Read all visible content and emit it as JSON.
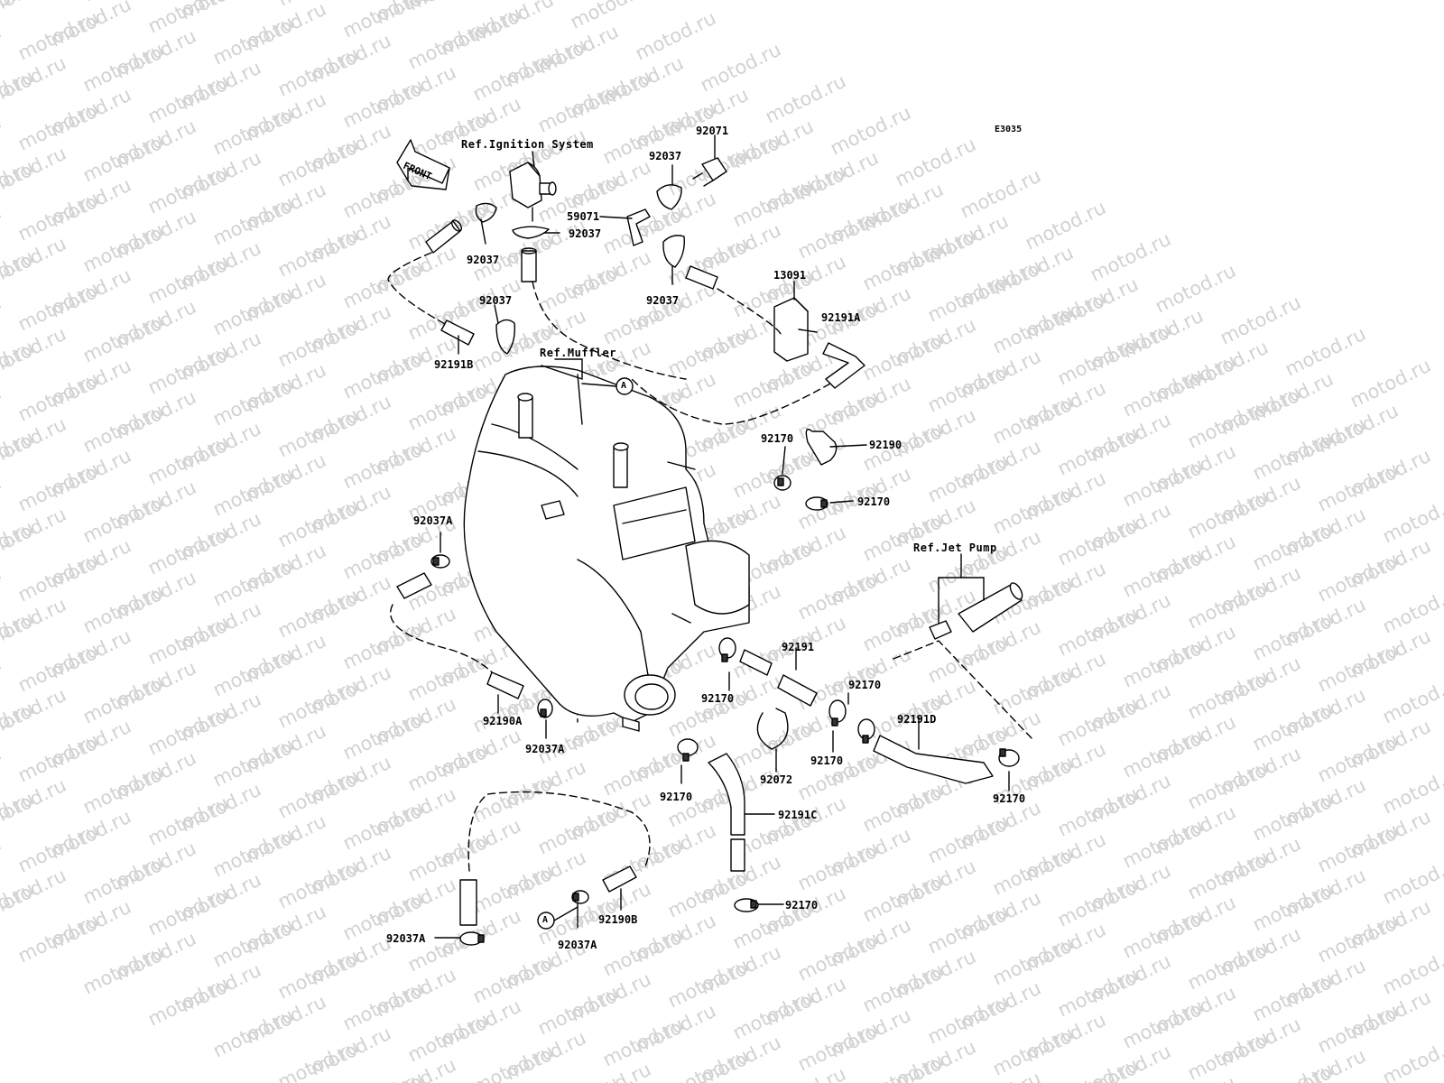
{
  "diagram_code": "E3035",
  "watermark_text": "motod.ru",
  "front_label": "FRONT",
  "references": {
    "ignition": "Ref.Ignition System",
    "muffler": "Ref.Muffler",
    "jet_pump": "Ref.Jet Pump"
  },
  "callout_letter": "A",
  "parts": {
    "p92071": "92071",
    "p92037_a": "92037",
    "p59071": "59071",
    "p92037_b": "92037",
    "p92037_c": "92037",
    "p92037_d": "92037",
    "p92037_e": "92037",
    "p13091": "13091",
    "p92191A": "92191A",
    "p92191B": "92191B",
    "p92170_a": "92170",
    "p92190": "92190",
    "p92170_b": "92170",
    "p92037A_a": "92037A",
    "p92191": "92191",
    "p92170_c": "92170",
    "p92170_d": "92170",
    "p92191D": "92191D",
    "p92190A": "92190A",
    "p92037A_b": "92037A",
    "p92072": "92072",
    "p92170_e": "92170",
    "p92170_f": "92170",
    "p92170_g": "92170",
    "p92191C": "92191C",
    "p92170_h": "92170",
    "p92037A_c": "92037A",
    "p92037A_d": "92037A",
    "p92190B": "92190B"
  }
}
